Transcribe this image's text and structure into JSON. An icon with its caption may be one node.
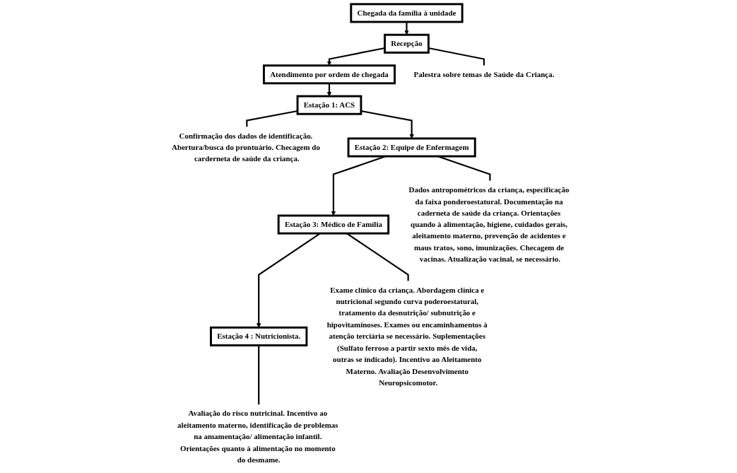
{
  "diagram": {
    "nodes": [
      {
        "text": [
          "Chegada da família à unidade"
        ]
      },
      {
        "text": [
          "Recepção"
        ]
      },
      {
        "text": [
          "Atendimento por ordem de chegada"
        ]
      },
      {
        "text": [
          "Estação 1: ACS"
        ]
      },
      {
        "text": [
          "Confirmação dos dados de identificação. Abertura/busca do prontuário. Checagem do carderneta de saúde da criança."
        ]
      },
      {
        "text": [
          "Palestra sobre temas de Saúde da Criança."
        ]
      },
      {
        "text": [
          "Estação 4 : Nutricionista."
        ]
      },
      {
        "text": [
          "Estação 3: Médico de Família"
        ]
      },
      {
        "text": [
          "Estação 2: Equipe de Enfermagem"
        ]
      },
      {
        "text": [
          "Dados antropométricos da criança, especificação da faixa ponderoestatural. Documentação na caderneta de saúde da criança. Orientações quando à alimentação, higiene, cuidados gerais, aleitamento materno, prevenção de acidentes e maus tratos, sono, imunizações. Checagem de vacinas. Atualização vacinal, se necessário."
        ]
      },
      {
        "text": [
          "Avaliação do risco nutricinal. Incentivo ao aleitamento materno, identificação de problemas na amamentação/ alimentação infantil. Orientações quanto à alimentação no momento do desmame."
        ]
      },
      {
        "text": [
          "Exame clínico da criança. Abordagem clínica e nutricional segundo curva poderoestatural, tratamento da desnutrição/ subnutrição e hipovitaminoses. Exames ou encaminhamentos à atenção terciária se necessário. Suplementações (Sulfato ferroso a partir sexto mês de vida, outras se indicado). Incentivo ao Aleitamento Materno. Avaliação Desenvolvimento Neuropsicomotor."
        ]
      }
    ],
    "edges": [
      {
        "from": 0,
        "to": 1,
        "arrow": "to"
      },
      {
        "from": 1,
        "to": 2,
        "arrow": "to"
      },
      {
        "from": 2,
        "to": 3,
        "arrow": "to"
      },
      {
        "from": 3,
        "to": 4,
        "arrow": "none"
      },
      {
        "from": 1,
        "to": 5,
        "arrow": "none"
      },
      {
        "from": 3,
        "to": 8,
        "arrow": "to"
      },
      {
        "from": 8,
        "to": 7,
        "arrow": "to"
      },
      {
        "from": 7,
        "to": 6,
        "arrow": "to"
      },
      {
        "from": 8,
        "to": 9,
        "arrow": "none"
      },
      {
        "from": 7,
        "to": 11,
        "arrow": "none"
      },
      {
        "from": 6,
        "to": 10,
        "arrow": "none"
      }
    ]
  }
}
